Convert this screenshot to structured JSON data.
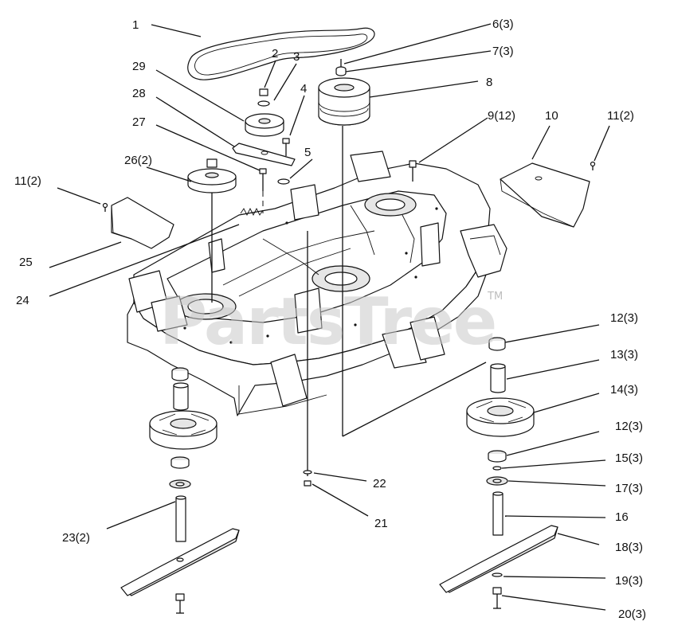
{
  "watermark": {
    "text": "PartsTree",
    "trademark": "TM"
  },
  "labels": {
    "p1": "1",
    "p2": "2",
    "p3": "3",
    "p4": "4",
    "p5": "5",
    "p6": "6(3)",
    "p7": "7(3)",
    "p8": "8",
    "p9": "9(12)",
    "p10": "10",
    "p11a": "11(2)",
    "p11b": "11(2)",
    "p12a": "12(3)",
    "p12b": "12(3)",
    "p13": "13(3)",
    "p14": "14(3)",
    "p15": "15(3)",
    "p16": "16",
    "p17": "17(3)",
    "p18": "18(3)",
    "p19": "19(3)",
    "p20": "20(3)",
    "p21": "21",
    "p22": "22",
    "p23": "23(2)",
    "p24": "24",
    "p25": "25",
    "p26": "26(2)",
    "p27": "27",
    "p28": "28",
    "p29": "29"
  }
}
